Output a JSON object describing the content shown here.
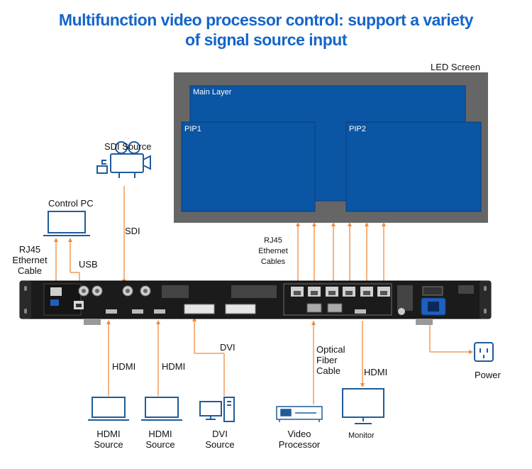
{
  "title": {
    "line1": "Multifunction video processor control: support a variety",
    "line2": "of signal source input"
  },
  "led_screen": {
    "label": "LED Screen",
    "main_layer": "Main Layer",
    "pip1": "PIP1",
    "pip2": "PIP2"
  },
  "connections": {
    "rj45_cables": [
      "RJ45",
      "Ethernet",
      "Cables"
    ],
    "rj45_cable_pc": [
      "RJ45",
      "Ethernet",
      "Cable"
    ],
    "usb": "USB",
    "sdi": "SDI",
    "hdmi_1": "HDMI",
    "hdmi_2": "HDMI",
    "dvi": "DVI",
    "optical": [
      "Optical",
      "Fiber",
      "Cable"
    ],
    "hdmi_monitor": "HDMI"
  },
  "devices": {
    "control_pc": "Control PC",
    "sdi_source": "SDI Source",
    "hdmi_source_1": [
      "HDMI",
      "Source"
    ],
    "hdmi_source_2": [
      "HDMI",
      "Source"
    ],
    "dvi_source": [
      "DVI",
      "Source"
    ],
    "video_processor": [
      "Video",
      "Processor"
    ],
    "monitor": "Monitor",
    "power": "Power"
  },
  "colors": {
    "title": "#1565c9",
    "screen_frame": "#666666",
    "screen_layer": "#0b55a5",
    "cable": "#f08a3c",
    "device": "#1a1a1a",
    "icon": "#1f5c99"
  },
  "icons": [
    "laptop-icon",
    "camera-icon",
    "desktop-pc-icon",
    "processor-icon",
    "monitor-icon",
    "power-outlet-icon"
  ]
}
